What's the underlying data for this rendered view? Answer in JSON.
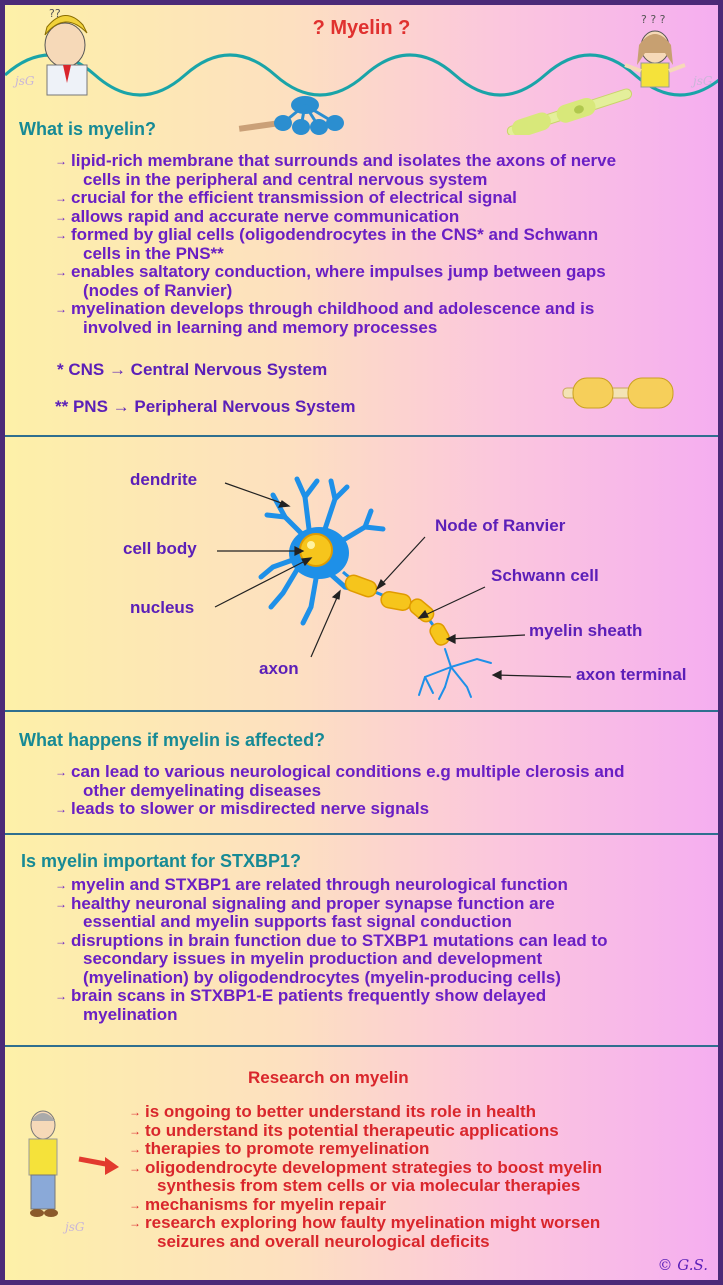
{
  "title": "? Myelin ?",
  "watermark": "jsG",
  "section1": {
    "heading": "What is myelin?",
    "bullets": [
      [
        "lipid-rich membrane that surrounds and isolates the axons of nerve",
        "cells in the peripheral and central nervous system"
      ],
      [
        "crucial for the efficient transmission of electrical signal"
      ],
      [
        "allows rapid and accurate nerve communication"
      ],
      [
        "formed by glial cells (oligodendrocytes in the CNS* and Schwann",
        "cells in the PNS**"
      ],
      [
        "enables saltatory conduction, where impulses jump between gaps",
        "(nodes of Ranvier)"
      ],
      [
        "myelination develops through childhood and adolescence and is",
        "involved in learning and memory processes"
      ]
    ],
    "footnote1": "*   CNS → Central Nervous System",
    "footnote2": "** PNS → Peripheral Nervous System"
  },
  "diagram": {
    "labels": {
      "dendrite": "dendrite",
      "cell_body": "cell body",
      "nucleus": "nucleus",
      "axon": "axon",
      "node": "Node of Ranvier",
      "schwann": "Schwann cell",
      "sheath": "myelin sheath",
      "terminal": "axon terminal"
    }
  },
  "section2": {
    "heading": "What happens if myelin is affected?",
    "bullets": [
      [
        "can lead to various neurological conditions e.g multiple clerosis and",
        "other demyelinating diseases"
      ],
      [
        "leads to slower or misdirected nerve signals"
      ]
    ]
  },
  "section3": {
    "heading": "Is myelin important for STXBP1?",
    "bullets": [
      [
        "myelin and STXBP1 are related through neurological function"
      ],
      [
        "healthy neuronal signaling and proper synapse function are",
        "essential and myelin supports fast signal conduction"
      ],
      [
        "disruptions in brain function due to STXBP1 mutations can lead to",
        "secondary issues in myelin production and development",
        "(myelination) by oligodendrocytes (myelin-producing cells)"
      ],
      [
        "brain scans in STXBP1-E patients frequently show delayed",
        "myelination"
      ]
    ]
  },
  "section4": {
    "heading": "Research on myelin",
    "bullets": [
      [
        "is ongoing to better understand its role in health"
      ],
      [
        "to understand its potential therapeutic applications"
      ],
      [
        "therapies to promote remyelination"
      ],
      [
        "oligodendrocyte development strategies to boost myelin",
        "synthesis from stem cells or via molecular therapies"
      ],
      [
        "mechanisms for myelin repair"
      ],
      [
        "research exploring how faulty myelination might worsen",
        "seizures and overall neurological deficits"
      ]
    ]
  },
  "copyright": "© G.S.",
  "colors": {
    "heading": "#178a95",
    "text": "#6a1fc4",
    "red": "#d9262c",
    "border": "#4b2a78",
    "neuron": "#2a9ce6",
    "myelin": "#f5c518"
  }
}
